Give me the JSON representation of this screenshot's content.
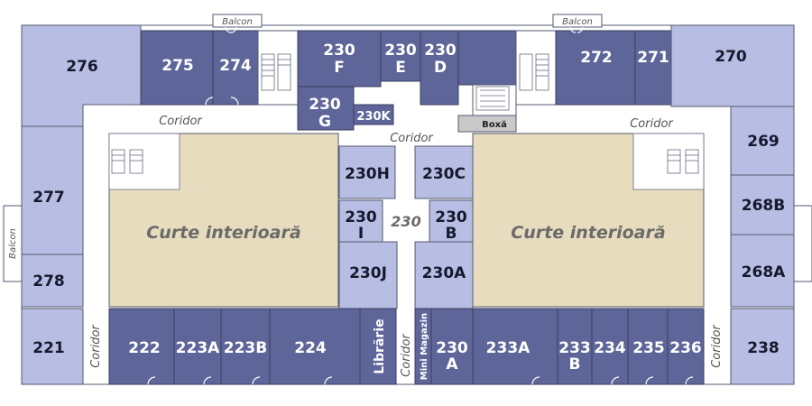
{
  "rooms": {
    "r276": "276",
    "r275": "275",
    "r274": "274",
    "r230f_1": "230",
    "r230f_2": "F",
    "r230e_1": "230",
    "r230e_2": "E",
    "r230d_1": "230",
    "r230d_2": "D",
    "r230g_1": "230",
    "r230g_2": "G",
    "r230k": "230K",
    "box": "Boxă",
    "r272": "272",
    "r271": "271",
    "r270": "270",
    "r269": "269",
    "r268b": "268B",
    "r268a": "268A",
    "r277": "277",
    "r278": "278",
    "r230h": "230H",
    "r230c": "230C",
    "r230i_1": "230",
    "r230i_2": "I",
    "r230b_1": "230",
    "r230b_2": "B",
    "r230j": "230J",
    "r230a": "230A",
    "r230center": "230",
    "r221": "221",
    "r222": "222",
    "r223a": "223A",
    "r223b": "223B",
    "r224": "224",
    "librarie": "Librărie",
    "mini": "Mini Magazin",
    "r230abot_1": "230",
    "r230abot_2": "A",
    "r233a": "233A",
    "r233b_1": "233",
    "r233b_2": "B",
    "r234": "234",
    "r235": "235",
    "r236": "236",
    "r238": "238"
  },
  "labels": {
    "court": "Curte interioară",
    "corridor": "Coridor",
    "balcon": "Balcon"
  },
  "colors": {
    "room_light": "#b7bde3",
    "room_dark": "#5e6599",
    "courtyard": "#e7dcbd",
    "corridor": "#ffffff",
    "storage": "#c9c9c9"
  }
}
